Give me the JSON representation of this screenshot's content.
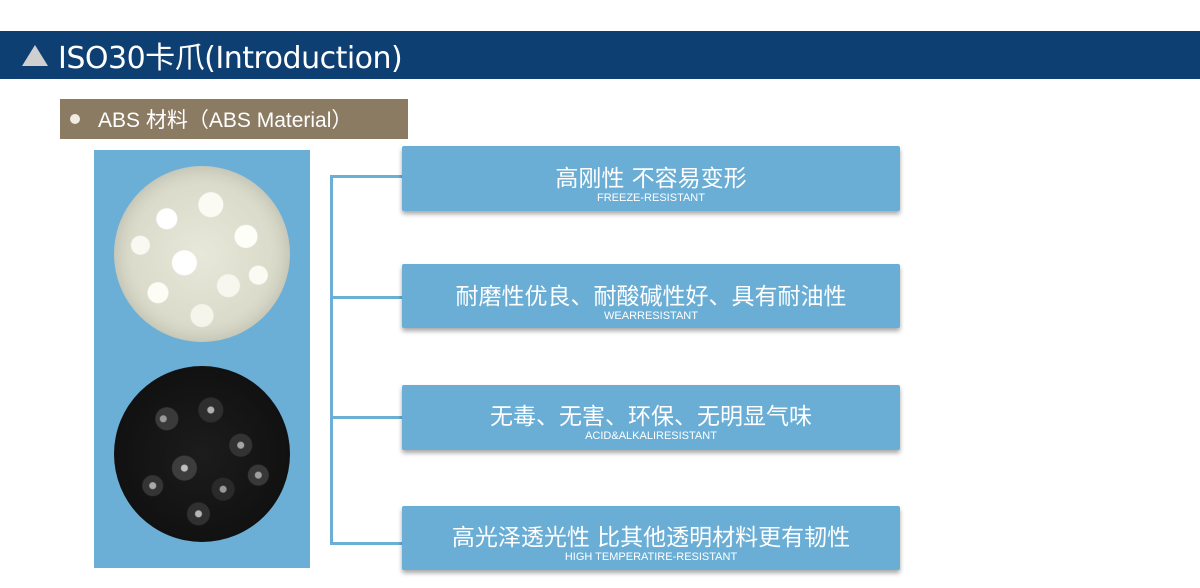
{
  "header": {
    "title": "ISO30卡爪(Introduction)"
  },
  "section": {
    "title": "ABS 材料（ABS Material）"
  },
  "features": [
    {
      "main": "高刚性 不容易变形",
      "sub": "FREEZE-RESISTANT"
    },
    {
      "main": "耐磨性优良、耐酸碱性好、具有耐油性",
      "sub": "WEARRESISTANT"
    },
    {
      "main": "无毒、无害、环保、无明显气味",
      "sub": "ACID&ALKALIRESISTANT"
    },
    {
      "main": "高光泽透光性 比其他透明材料更有韧性",
      "sub": "HIGH TEMPERATIRE-RESISTANT"
    }
  ],
  "colors": {
    "header_bg": "#0e3f72",
    "section_bg": "#8c7b63",
    "accent_blue": "#6aaed6"
  },
  "icons": {
    "title_marker": "triangle-up-icon",
    "section_marker": "bullet-dot-icon"
  }
}
